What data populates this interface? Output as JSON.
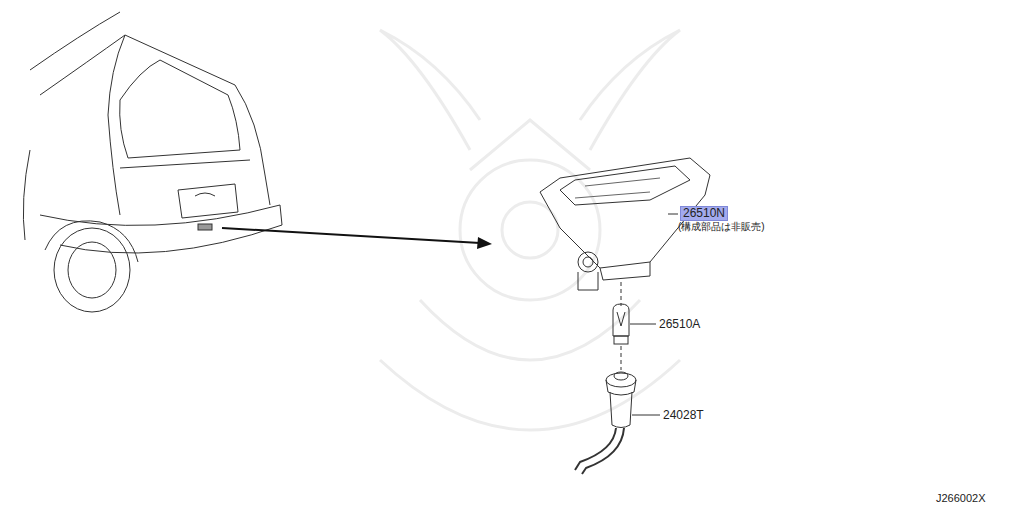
{
  "diagram": {
    "labels": [
      "26510N",
      "(構成部品は非販売)",
      "26510A",
      "24028T",
      "J266002X"
    ]
  }
}
